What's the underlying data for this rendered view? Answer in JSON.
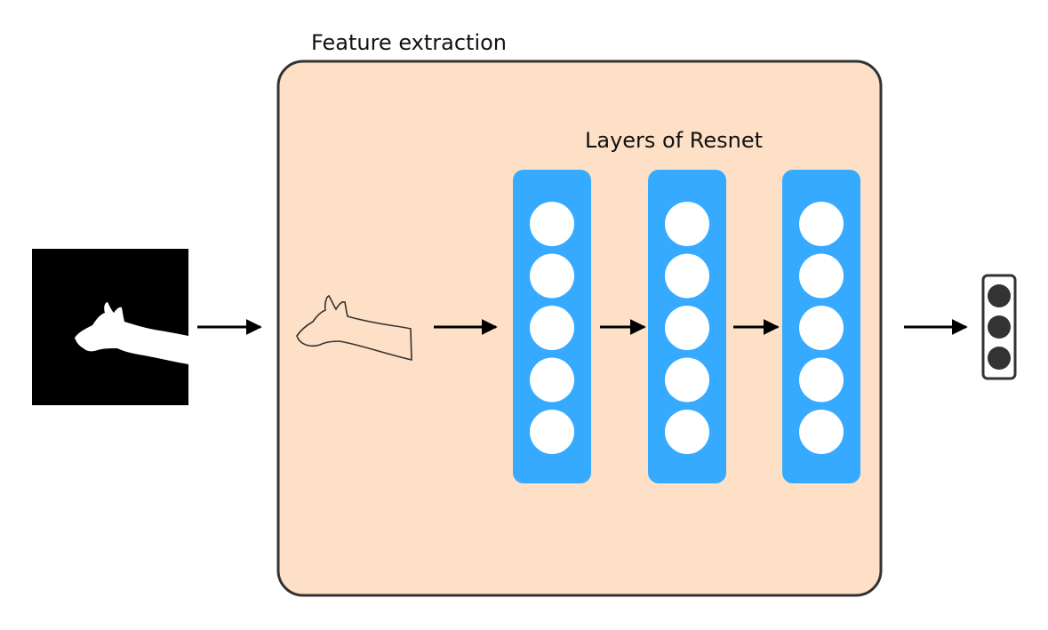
{
  "feature_extraction": {
    "title": "Feature extraction",
    "fill_color": "#fde0c5",
    "border_color": "#333333"
  },
  "resnet": {
    "title": "Layers of Resnet",
    "layer_color": "#36aaff",
    "node_color": "#ffffff",
    "layers": [
      {
        "nodes": 5
      },
      {
        "nodes": 5
      },
      {
        "nodes": 5
      }
    ]
  },
  "output": {
    "node_color": "#333333",
    "nodes": 3
  },
  "input_image": {
    "background": "#000000",
    "silhouette_color": "#ffffff"
  },
  "outline_image": {
    "stroke_color": "#333333"
  },
  "arrow_color": "#000000"
}
